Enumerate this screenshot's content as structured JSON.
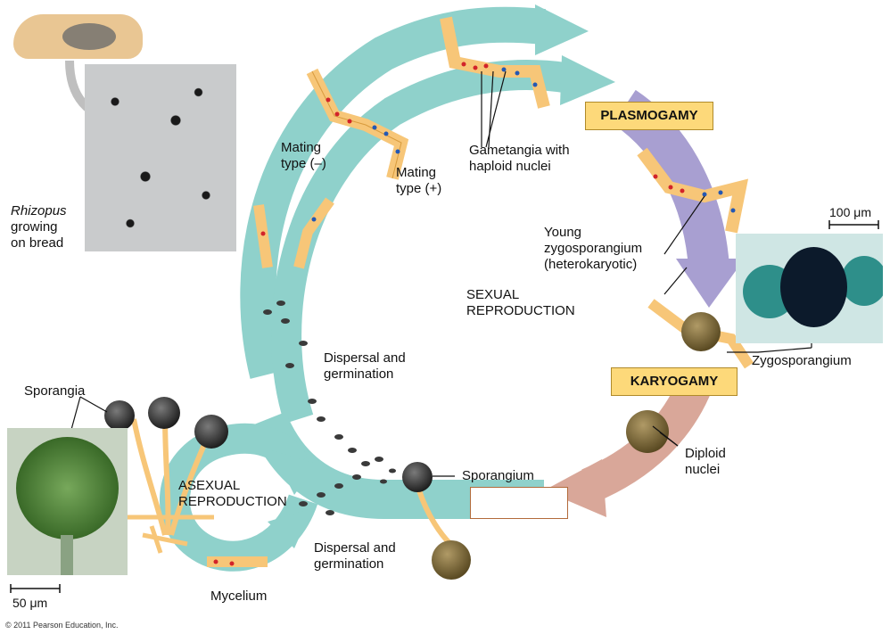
{
  "photos": {
    "bread_caption_italic": "Rhizopus",
    "bread_caption_rest": [
      "growing",
      "on bread"
    ]
  },
  "labels": {
    "mating_minus": [
      "Mating",
      "type (–)"
    ],
    "mating_plus": [
      "Mating",
      "type (+)"
    ],
    "gametangia": [
      "Gametangia with",
      "haploid nuclei"
    ],
    "young_zygo": [
      "Young",
      "zygosporangium",
      "(heterokaryotic)"
    ],
    "sexual": [
      "SEXUAL",
      "REPRODUCTION"
    ],
    "asexual": [
      "ASEXUAL",
      "REPRODUCTION"
    ],
    "dispersal_top": [
      "Dispersal and",
      "germination"
    ],
    "dispersal_bottom": [
      "Dispersal and",
      "germination"
    ],
    "sporangia": "Sporangia",
    "sporangium": "Sporangium",
    "mycelium": "Mycelium",
    "zygosporangium": "Zygosporangium",
    "diploid": [
      "Diploid",
      "nuclei"
    ]
  },
  "stages": {
    "plasmogamy": "PLASMOGAMY",
    "karyogamy": "KARYOGAMY"
  },
  "scale_bars": {
    "top_right": "100 μm",
    "bottom_left": "50 μm"
  },
  "copyright": "© 2011 Pearson Education, Inc.",
  "colors": {
    "arrow_teal": "#8fd1cb",
    "arrow_purple": "#a89fd1",
    "arrow_salmon": "#d9a799",
    "hypha": "#f7c678",
    "stage_fill": "#fdd97a"
  }
}
